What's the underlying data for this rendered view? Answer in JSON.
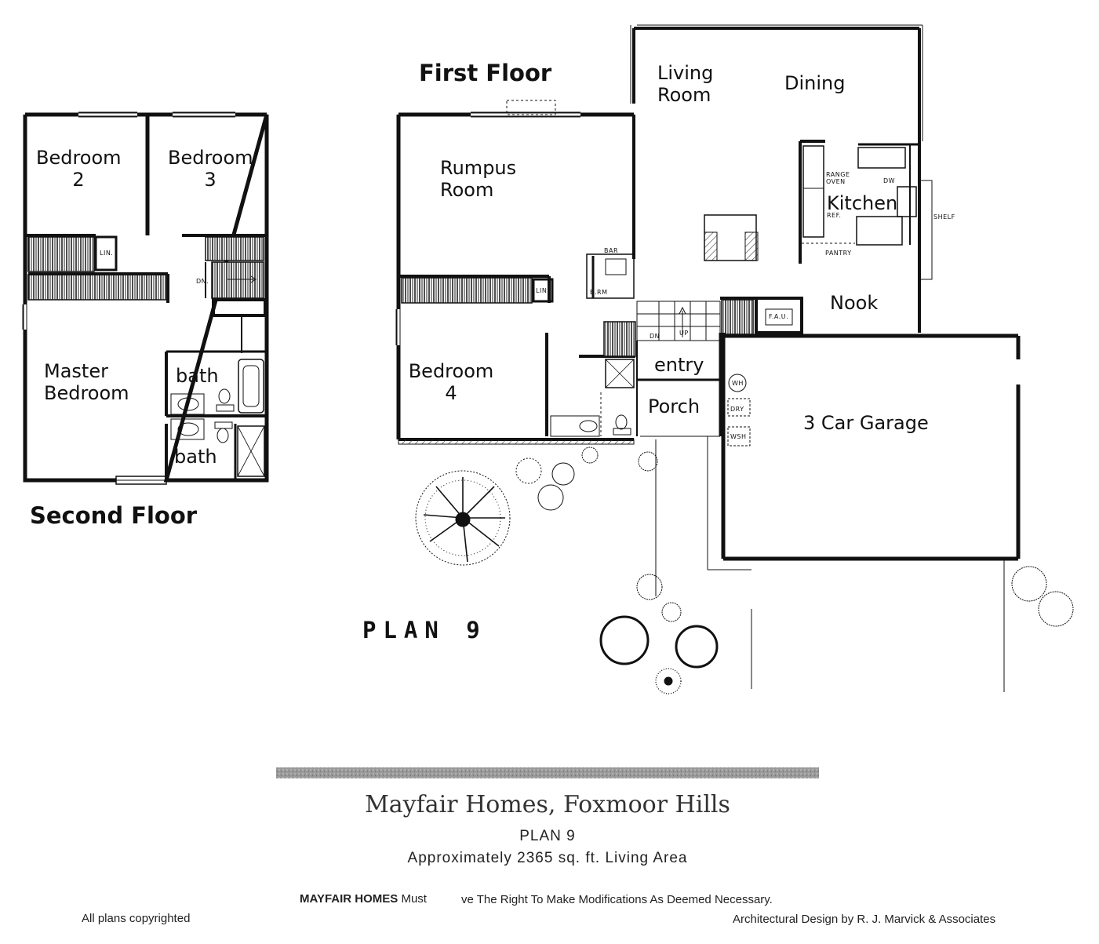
{
  "floors": {
    "first_floor_label": "First Floor",
    "second_floor_label": "Second Floor"
  },
  "second_floor_rooms": {
    "bedroom2": "Bedroom\n2",
    "bedroom3": "Bedroom\n3",
    "master": "Master\nBedroom",
    "bath_upper": "bath",
    "bath_lower": "bath",
    "lin": "LIN.",
    "dn": "DN."
  },
  "first_floor_rooms": {
    "living": "Living\nRoom",
    "dining": "Dining",
    "rumpus": "Rumpus\nRoom",
    "kitchen": "Kitchen",
    "nook": "Nook",
    "bedroom4": "Bedroom\n4",
    "entry": "entry",
    "porch": "Porch",
    "garage": "3 Car Garage"
  },
  "fixtures": {
    "range_oven": "RANGE\nOVEN",
    "dw": "DW",
    "ref": "REF.",
    "pantry": "PANTRY",
    "shelf": "SHELF",
    "bar": "BAR",
    "brm": "B.RM",
    "lin": "LIN.",
    "fau": "F.A.U.",
    "dn": "DN",
    "up": "UP",
    "wh": "WH",
    "dry": "DRY",
    "wsh": "WSH"
  },
  "plan_label": "PLAN 9",
  "caption": {
    "title": "Mayfair Homes, Foxmoor Hills",
    "plan": "PLAN 9",
    "area": "Approximately 2365 sq. ft. Living Area"
  },
  "footer": {
    "copyright": "All plans copyrighted",
    "notice_bold": "MAYFAIR HOMES",
    "notice_a": "Must",
    "notice_b": "ve The Right To Make Modifications As Deemed Necessary.",
    "architect": "Architectural Design by R. J. Marvick & Associates"
  }
}
